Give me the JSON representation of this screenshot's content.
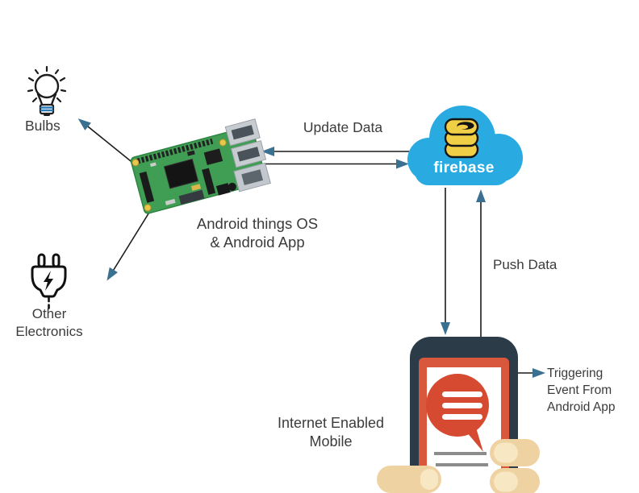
{
  "colors": {
    "background": "#ffffff",
    "text": "#3b3b3b",
    "line": "#1b1b1b",
    "arrowhead": "#3a7191",
    "cloud_blue": "#29abe2",
    "db_gold": "#f0ce45",
    "bulb_stripe_blue": "#2b7bb9",
    "pcb_green": "#3f9e53",
    "phone_body": "#2b3b47",
    "phone_bezel_red": "#d9573d",
    "bubble_red": "#d64a32",
    "hand_skin": "#efd2a2"
  },
  "nodes": {
    "bulbs": {
      "label": "Bulbs"
    },
    "other_electronics": {
      "line1": "Other",
      "line2": "Electronics"
    },
    "controller": {
      "line1": "Android things OS",
      "line2": "&  Android App"
    },
    "firebase": {
      "label": "firebase"
    },
    "mobile": {
      "line1": "Internet Enabled",
      "line2": "Mobile"
    }
  },
  "edges": {
    "update_data": {
      "label": "Update Data"
    },
    "push_data": {
      "label": "Push Data"
    },
    "triggering_event": {
      "line1": "Triggering",
      "line2": "Event From",
      "line3": "Android App"
    }
  }
}
